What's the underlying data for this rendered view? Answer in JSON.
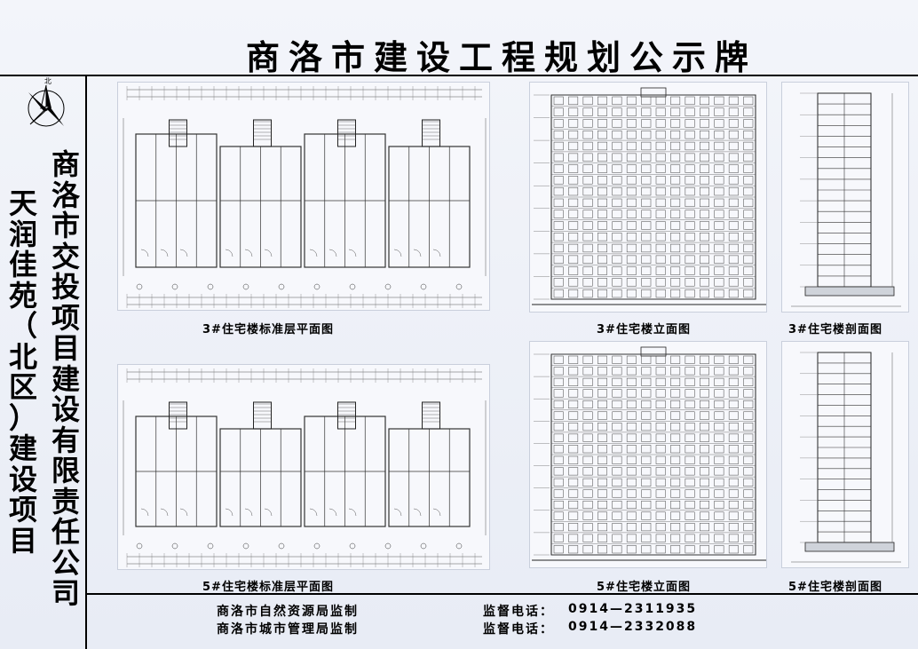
{
  "title": "商洛市建设工程规划公示牌",
  "project_name": "天润佳苑（北区）建设项目",
  "developer": "商洛市交投项目建设有限责任公司",
  "compass_label": "北",
  "drawings": [
    {
      "caption": "3#住宅楼标准层平面图"
    },
    {
      "caption": "3#住宅楼立面图"
    },
    {
      "caption": "3#住宅楼剖面图"
    },
    {
      "caption": "5#住宅楼标准层平面图"
    },
    {
      "caption": "5#住宅楼立面图"
    },
    {
      "caption": "5#住宅楼剖面图"
    }
  ],
  "footer": {
    "issuer_1": "商洛市自然资源局监制",
    "issuer_2": "商洛市城市管理局监制",
    "phone_label": "监督电话：",
    "phone_1": "0914—2311935",
    "phone_2": "0914—2332088"
  }
}
